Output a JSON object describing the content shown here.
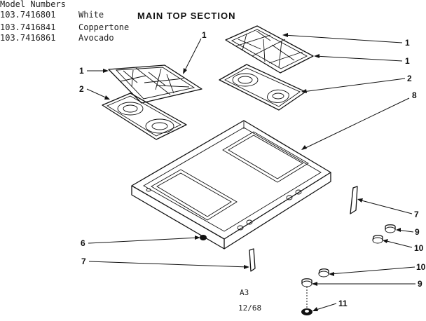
{
  "model_header": "Model Numbers",
  "models": [
    {
      "number": "103.7416801",
      "finish": "White"
    },
    {
      "number": "103.7416841",
      "finish": "Coppertone"
    },
    {
      "number": "103.7416861",
      "finish": "Avocado"
    }
  ],
  "section_title": "MAIN TOP SECTION",
  "callouts": [
    {
      "id": "c1a",
      "label": "1"
    },
    {
      "id": "c1b",
      "label": "1"
    },
    {
      "id": "c1c",
      "label": "1"
    },
    {
      "id": "c1d",
      "label": "1"
    },
    {
      "id": "c2a",
      "label": "2"
    },
    {
      "id": "c2b",
      "label": "2"
    },
    {
      "id": "c8",
      "label": "8"
    },
    {
      "id": "c6",
      "label": "6"
    },
    {
      "id": "c7a",
      "label": "7"
    },
    {
      "id": "c7b",
      "label": "7"
    },
    {
      "id": "c9a",
      "label": "9"
    },
    {
      "id": "c10a",
      "label": "10"
    },
    {
      "id": "c10b",
      "label": "10"
    },
    {
      "id": "c9b",
      "label": "9"
    },
    {
      "id": "c11",
      "label": "11"
    }
  ],
  "footer": {
    "code": "A3",
    "date": "12/68"
  }
}
